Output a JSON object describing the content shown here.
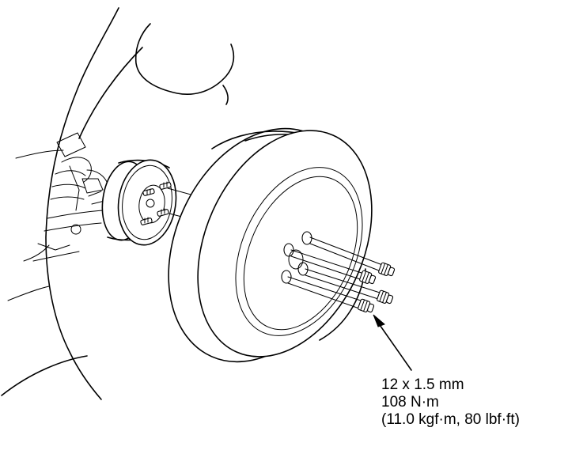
{
  "callout": {
    "size": "12 x 1.5 mm",
    "torque_nm": "108 N·m",
    "torque_alt": "(11.0 kgf·m, 80 lbf·ft)"
  },
  "colors": {
    "line": "#000000",
    "background": "#ffffff"
  }
}
